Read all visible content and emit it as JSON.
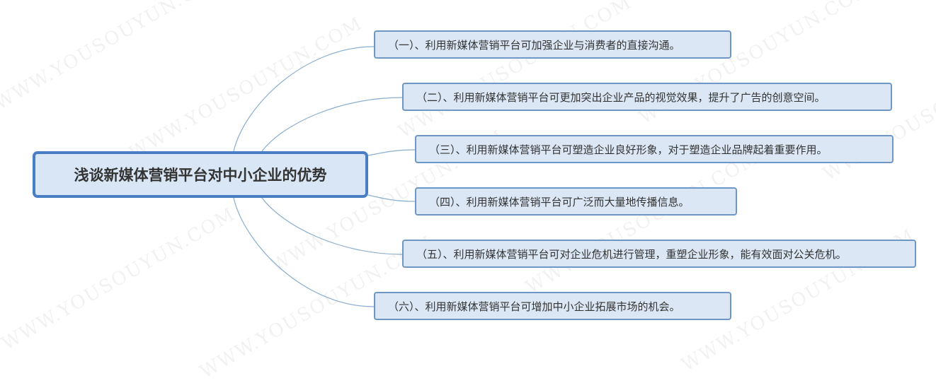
{
  "root": {
    "title": "浅谈新媒体营销平台对中小企业的优势"
  },
  "branches": [
    {
      "label": "（一）、利用新媒体营销平台可加强企业与消费者的直接沟通。"
    },
    {
      "label": "（二）、利用新媒体营销平台可更加突出企业产品的视觉效果，提升了广告的创意空间。"
    },
    {
      "label": "（三）、利用新媒体营销平台可塑造企业良好形象，对于塑造企业品牌起着重要作用。"
    },
    {
      "label": "（四）、利用新媒体营销平台可广泛而大量地传播信息。"
    },
    {
      "label": "（五）、利用新媒体营销平台可对企业危机进行管理，重塑企业形象，能有效面对公关危机。"
    },
    {
      "label": "（六）、利用新媒体营销平台可增加中小企业拓展市场的机会。"
    }
  ],
  "watermark": {
    "text": "WWW.YOUSOUYUN.COM"
  },
  "colors": {
    "line": "#8aaed0",
    "root_border": "#4a7ec4",
    "node_border": "#6f97c6",
    "node_fill": "#dbe7f4"
  }
}
